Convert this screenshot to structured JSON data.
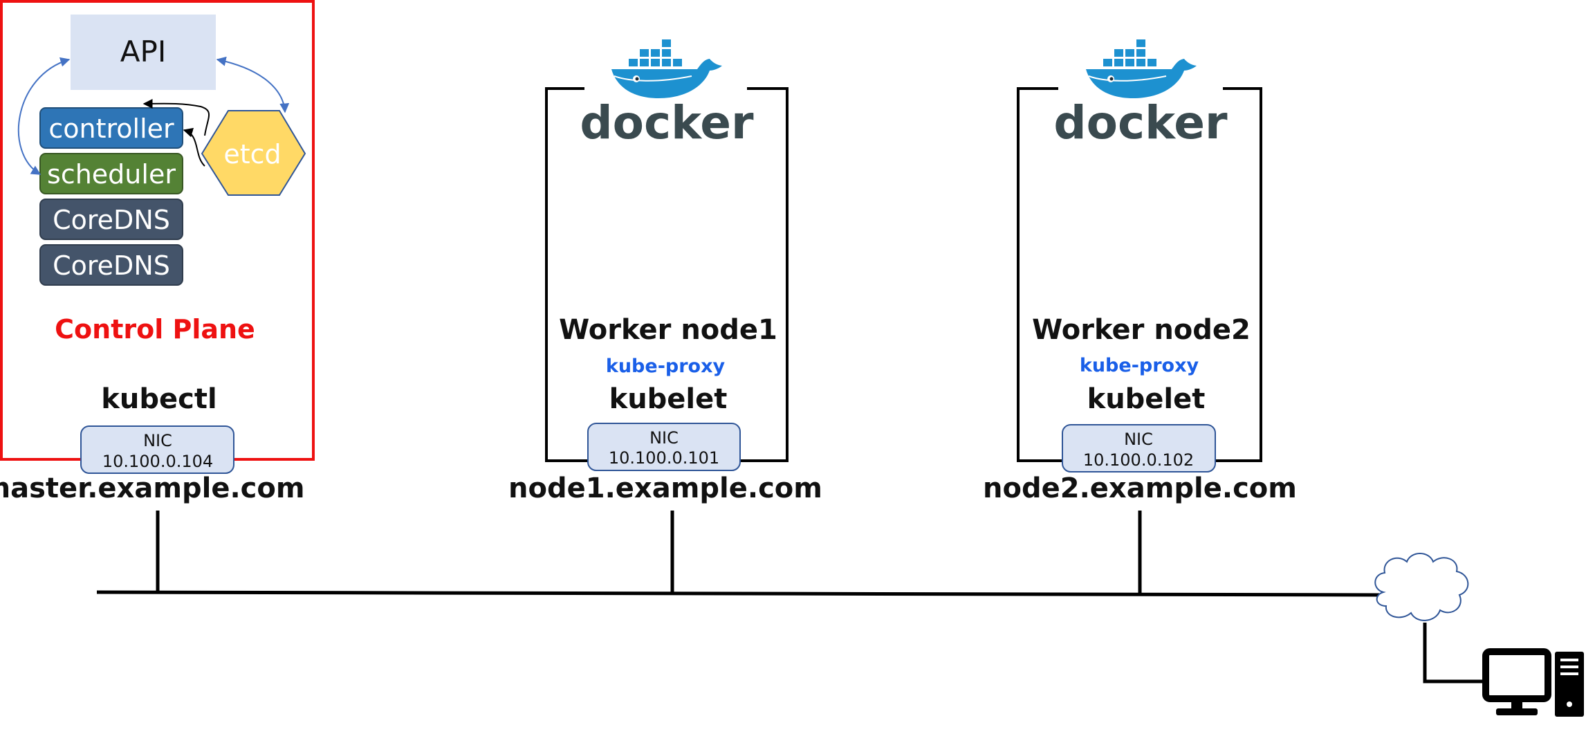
{
  "colors": {
    "control_plane_border": "#ee1111",
    "api_fill": "#dae3f3",
    "controller_fill": "#2e75b6",
    "scheduler_fill": "#548235",
    "coredns_fill": "#44546a",
    "etcd_fill": "#ffd966",
    "nic_fill": "#dae3f3",
    "nic_border": "#2f5597",
    "docker_blue": "#1d91d0",
    "kube_proxy_text": "#1a5fe8"
  },
  "master": {
    "api_label": "API",
    "components": [
      "controller",
      "scheduler",
      "CoreDNS",
      "CoreDNS"
    ],
    "etcd_label": "etcd",
    "title": "Control Plane",
    "kube_label": "kubectl",
    "nic_label": "NIC",
    "ip": "10.100.0.104",
    "hostname": "master.example.com"
  },
  "node1": {
    "logo_text": "docker",
    "title": "Worker node1",
    "proxy_label": "kube-proxy",
    "kube_label": "kubelet",
    "nic_label": "NIC",
    "ip": "10.100.0.101",
    "hostname": "node1.example.com"
  },
  "node2": {
    "logo_text": "docker",
    "title": "Worker node2",
    "proxy_label": "kube-proxy",
    "kube_label": "kubelet",
    "nic_label": "NIC",
    "ip": "10.100.0.102",
    "hostname": "node2.example.com"
  },
  "network": {
    "cloud_icon": "cloud-icon",
    "client_icon": "desktop-computer-icon"
  }
}
